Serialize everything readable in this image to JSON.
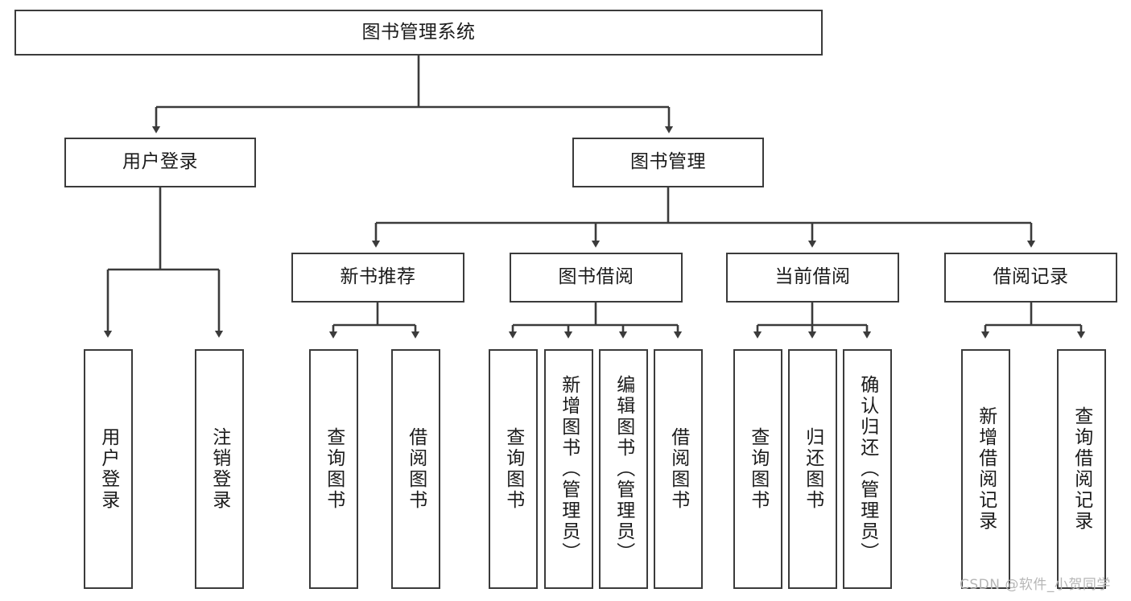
{
  "diagram": {
    "title": "图书管理系统",
    "type": "tree-hierarchy",
    "watermark": "CSDN @软件_小贺同学",
    "colors": {
      "stroke": "#3b3b3b",
      "fill": "#ffffff",
      "text": "#1b1b1b",
      "watermark": "#b6b6b6"
    }
  },
  "nodes": {
    "root": {
      "label": "图书管理系统"
    },
    "level2": [
      {
        "id": "user-login",
        "label": "用户登录"
      },
      {
        "id": "book-manage",
        "label": "图书管理"
      }
    ],
    "level3": [
      {
        "id": "new-book-recommend",
        "label": "新书推荐"
      },
      {
        "id": "book-borrow",
        "label": "图书借阅"
      },
      {
        "id": "current-borrow",
        "label": "当前借阅"
      },
      {
        "id": "borrow-record",
        "label": "借阅记录"
      }
    ],
    "leaves": {
      "user_login": [
        {
          "id": "leaf-user-login",
          "label": "用户登录"
        },
        {
          "id": "leaf-logout",
          "label": "注销登录"
        }
      ],
      "new_book_recommend": [
        {
          "id": "leaf-query-book-1",
          "label": "查询图书"
        },
        {
          "id": "leaf-borrow-book-1",
          "label": "借阅图书"
        }
      ],
      "book_borrow": [
        {
          "id": "leaf-query-book-2",
          "label": "查询图书"
        },
        {
          "id": "leaf-add-book",
          "label": "新增图书（管理员）"
        },
        {
          "id": "leaf-edit-book",
          "label": "编辑图书（管理员）"
        },
        {
          "id": "leaf-borrow-book-2",
          "label": "借阅图书"
        }
      ],
      "current_borrow": [
        {
          "id": "leaf-query-book-3",
          "label": "查询图书"
        },
        {
          "id": "leaf-return-book",
          "label": "归还图书"
        },
        {
          "id": "leaf-confirm-return",
          "label": "确认归还（管理员）"
        }
      ],
      "borrow_record": [
        {
          "id": "leaf-add-record",
          "label": "新增借阅记录"
        },
        {
          "id": "leaf-query-record",
          "label": "查询借阅记录"
        }
      ]
    }
  }
}
